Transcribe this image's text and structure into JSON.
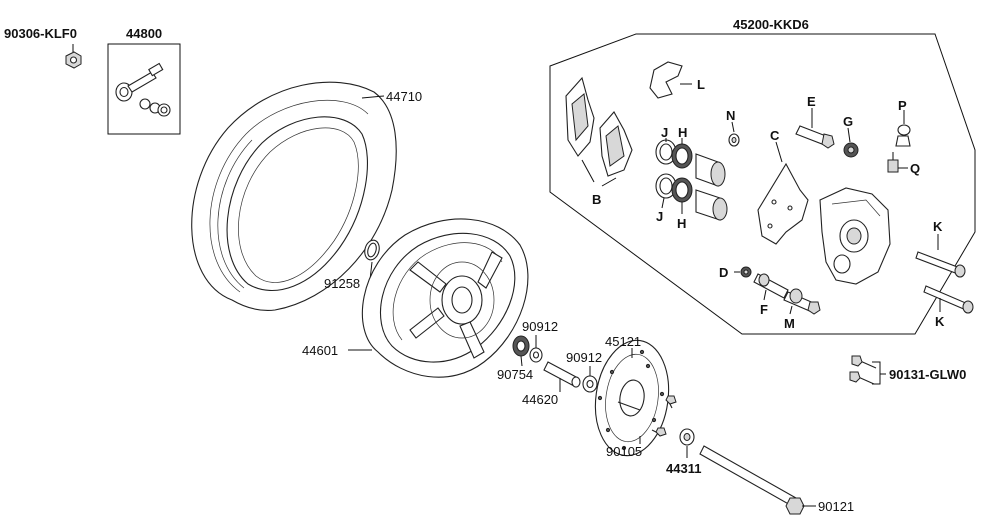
{
  "labels": {
    "washer_kit": "90306-KLF0",
    "valve_kit": "44800",
    "tire": "44710",
    "valve_ring": "91258",
    "rim": "44601",
    "collar_a": "90912",
    "collar_b": "90912",
    "bearing": "90754",
    "axle_collar": "44620",
    "disc": "45121",
    "disc_bolt": "90105",
    "spacer": "44311",
    "axle": "90121",
    "caliper_assy": "45200-KKD6",
    "caliper_bolt": "90131-GLW0"
  },
  "letters": {
    "L": "L",
    "N": "N",
    "E": "E",
    "G": "G",
    "P": "P",
    "Q": "Q",
    "C": "C",
    "J1": "J",
    "H1": "H",
    "J2": "J",
    "H2": "H",
    "B": "B",
    "K1": "K",
    "K2": "K",
    "D": "D",
    "F": "F",
    "M": "M"
  }
}
